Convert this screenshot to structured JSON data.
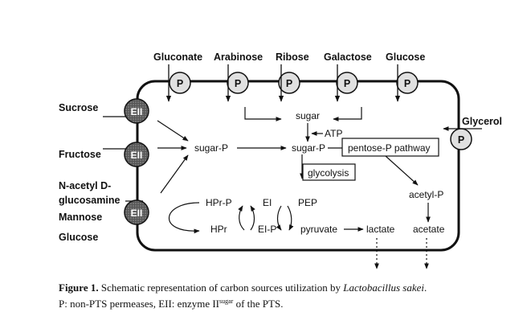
{
  "top_sugars": [
    "Gluconate",
    "Arabinose",
    "Ribose",
    "Galactose",
    "Glucose"
  ],
  "left_sugars": [
    "Sucrose",
    "Fructose",
    "N-acetyl D-",
    "glucosamine",
    "Mannose",
    "Glucose"
  ],
  "right_sugar": "Glycerol",
  "permease_label": "P",
  "enzyme_label": "EII",
  "metabolites": {
    "sugar": "sugar",
    "sugar_p_left": "sugar-P",
    "sugar_p_center": "sugar-P",
    "atp": "ATP",
    "hpr_p": "HPr-P",
    "hpr": "HPr",
    "ei": "EI",
    "ei_p": "EI-P",
    "pep": "PEP",
    "pyruvate": "pyruvate",
    "lactate": "lactate",
    "acetyl_p": "acetyl-P",
    "acetate": "acetate"
  },
  "pathways": {
    "pentose": "pentose-P pathway",
    "glycolysis": "glycolysis"
  },
  "caption": {
    "label": "Figure 1.",
    "text1": " Schematic representation of carbon sources utilization by ",
    "organism": "Lactobacillus sakei",
    "text1_end": ".",
    "line2a": "P: non-PTS permeases, EII: enzyme II",
    "line2_sup": "sugar",
    "line2b": " of the PTS."
  }
}
